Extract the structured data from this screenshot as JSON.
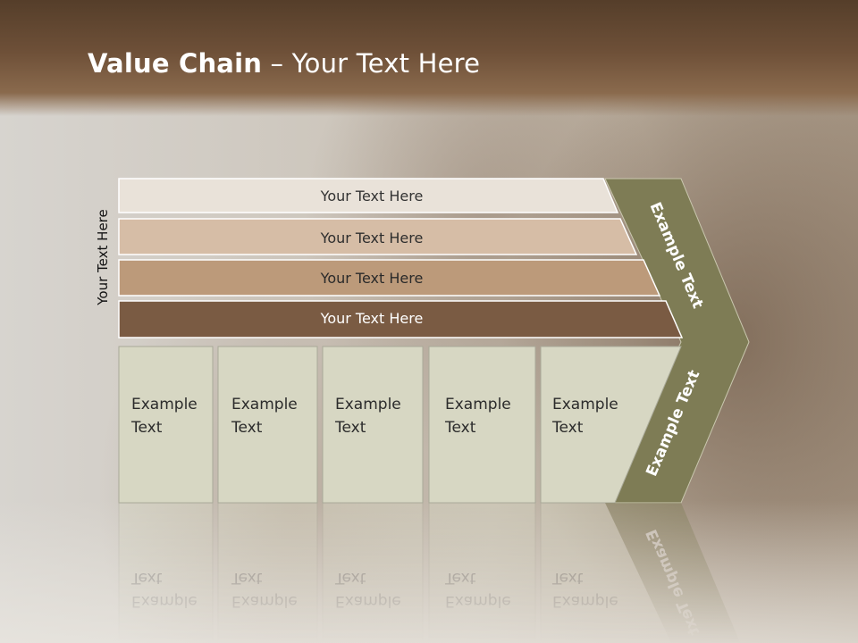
{
  "slide": {
    "title_bold": "Value Chain",
    "title_rest": " – Your Text Here",
    "side_label": "Your Text Here"
  },
  "bars": [
    {
      "label": "Your Text Here",
      "fill": "#e9e2d9",
      "text_color": "#333333"
    },
    {
      "label": "Your Text Here",
      "fill": "#d6bda6",
      "text_color": "#2e2e2e"
    },
    {
      "label": "Your Text Here",
      "fill": "#bc9a7a",
      "text_color": "#2a2a2a"
    },
    {
      "label": "Your Text Here",
      "fill": "#7a5b43",
      "text_color": "#ffffff"
    }
  ],
  "boxes": [
    {
      "line1": "Example",
      "line2": "Text"
    },
    {
      "line1": "Example",
      "line2": "Text"
    },
    {
      "line1": "Example",
      "line2": "Text"
    },
    {
      "line1": "Example",
      "line2": "Text"
    },
    {
      "line1": "Example",
      "line2": "Text"
    }
  ],
  "chevron": {
    "upper_label": "Example Text",
    "lower_label": "Example Text",
    "color": "#7e7c55"
  },
  "colors": {
    "header": "#6e5038",
    "box_fill": "#d7d7c3",
    "box_border": "#a9a998"
  }
}
